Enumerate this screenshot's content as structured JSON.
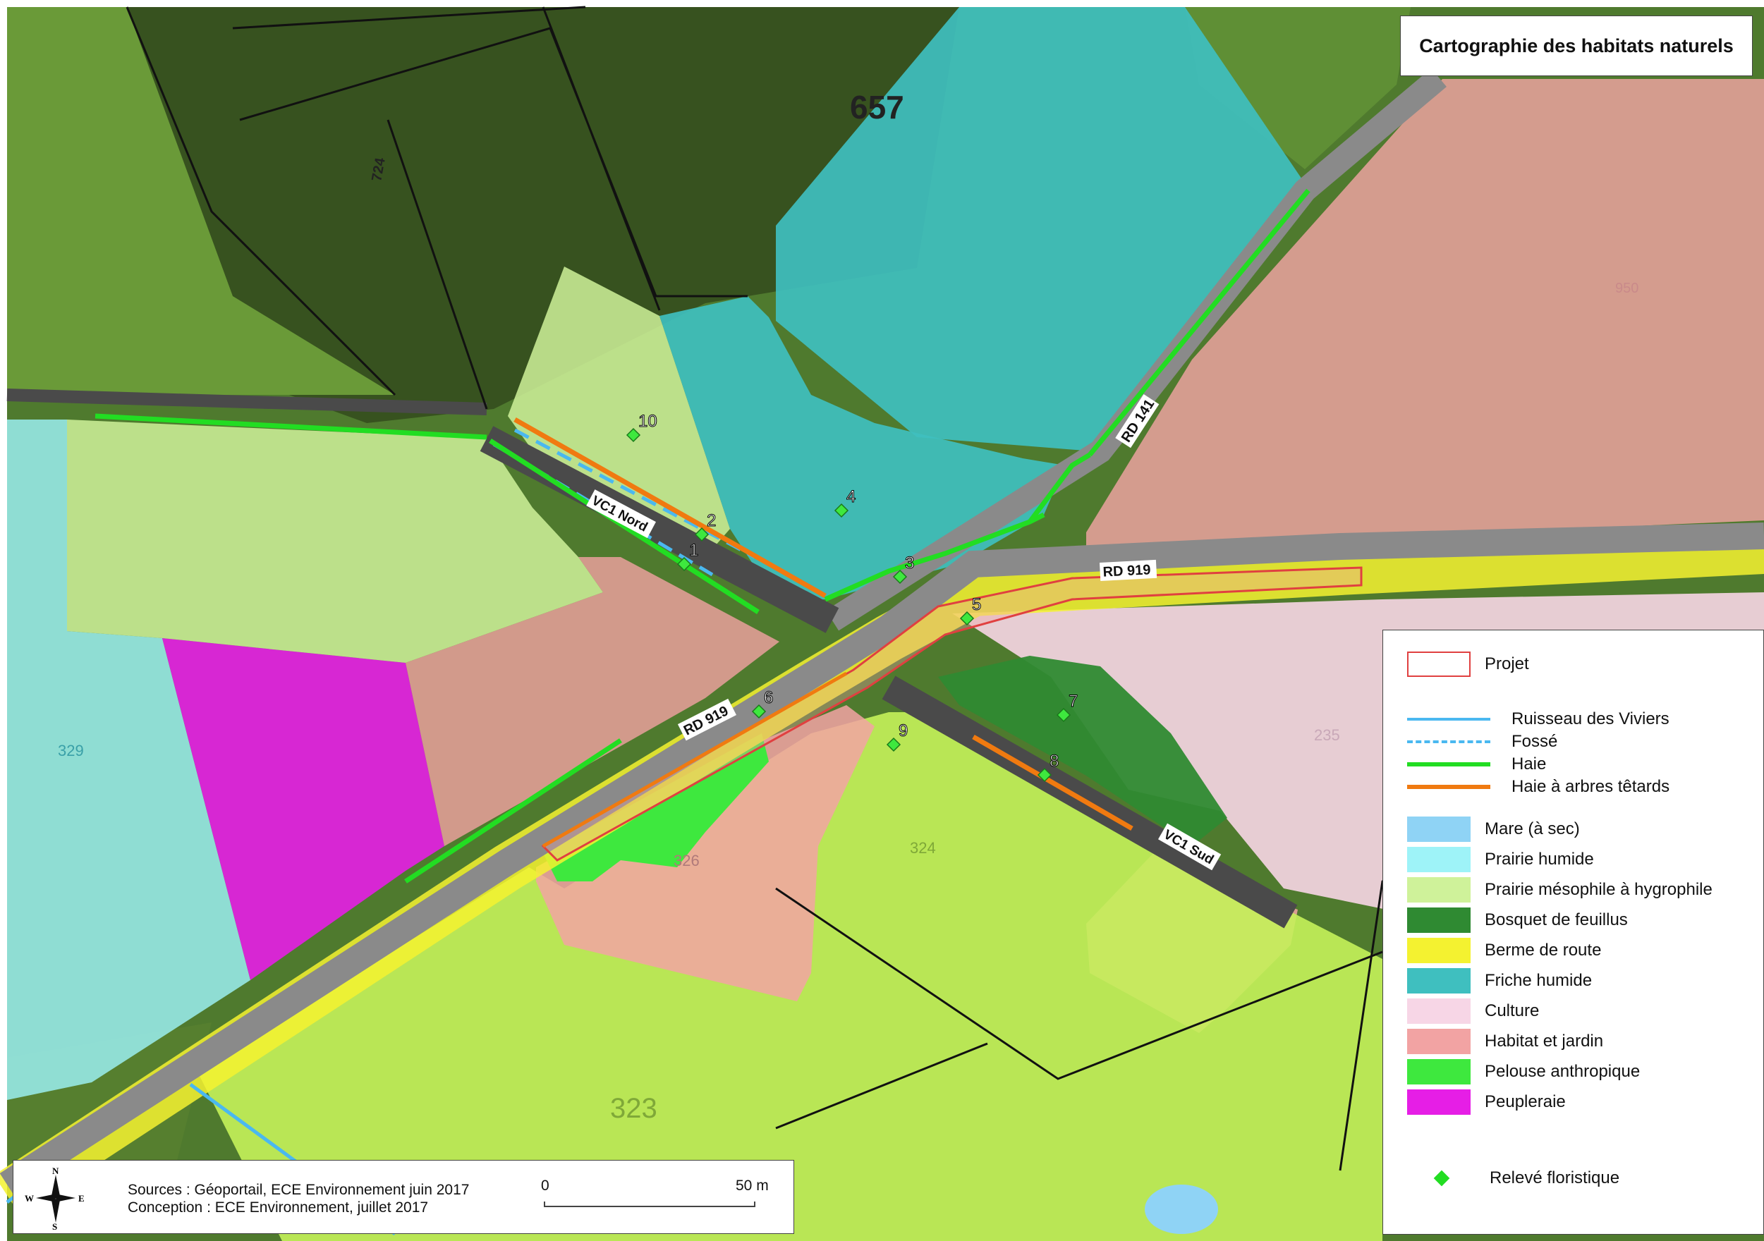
{
  "title": "Cartographie des habitats naturels",
  "legend": {
    "project": {
      "label": "Projet",
      "color": "#e04040"
    },
    "lines": [
      {
        "label": "Ruisseau des Viviers",
        "color": "#4ab8f0",
        "style": "solid"
      },
      {
        "label": "Fossé",
        "color": "#4ab8f0",
        "style": "dashed"
      },
      {
        "label": "Haie",
        "color": "#22dd22",
        "style": "solid"
      },
      {
        "label": "Haie à arbres têtards",
        "color": "#f07a10",
        "style": "solid"
      }
    ],
    "areas": [
      {
        "label": "Mare (à sec)",
        "color": "#8fd3f5"
      },
      {
        "label": "Prairie humide",
        "color": "#9ef3f8"
      },
      {
        "label": "Prairie mésophile à hygrophile",
        "color": "#cff29a"
      },
      {
        "label": "Bosquet de feuillus",
        "color": "#2f8a32"
      },
      {
        "label": "Berme de route",
        "color": "#f4f230"
      },
      {
        "label": "Friche humide",
        "color": "#3fbfbf"
      },
      {
        "label": "Culture",
        "color": "#f7d6e6"
      },
      {
        "label": "Habitat et jardin",
        "color": "#f2a3a3"
      },
      {
        "label": "Pelouse anthropique",
        "color": "#3ee83e"
      },
      {
        "label": "Peupleraie",
        "color": "#e61ee6"
      }
    ],
    "point": {
      "label": "Relevé floristique",
      "color": "#22dd22",
      "icon": "diamond-icon"
    }
  },
  "sources": "Sources : Géoportail, ECE Environnement juin 2017",
  "conception": "Conception : ECE Environnement, juillet 2017",
  "scale": {
    "start": "0",
    "end": "50 m"
  },
  "north_arrow": {
    "n": "N",
    "s": "S",
    "e": "E",
    "w": "W"
  },
  "road_labels": {
    "vc1_nord": "VC1 Nord",
    "vc1_sud": "VC1 Sud",
    "rd919_east": "RD 919",
    "rd919_west": "RD 919",
    "rd141": "RD 141"
  },
  "parcel_labels": {
    "p657": "657",
    "p724": "724",
    "p329": "329",
    "p326": "326",
    "p324": "324",
    "p323": "323",
    "p235": "235",
    "p950": "950"
  },
  "releves": [
    "1",
    "2",
    "3",
    "4",
    "5",
    "6",
    "7",
    "8",
    "9",
    "10"
  ]
}
